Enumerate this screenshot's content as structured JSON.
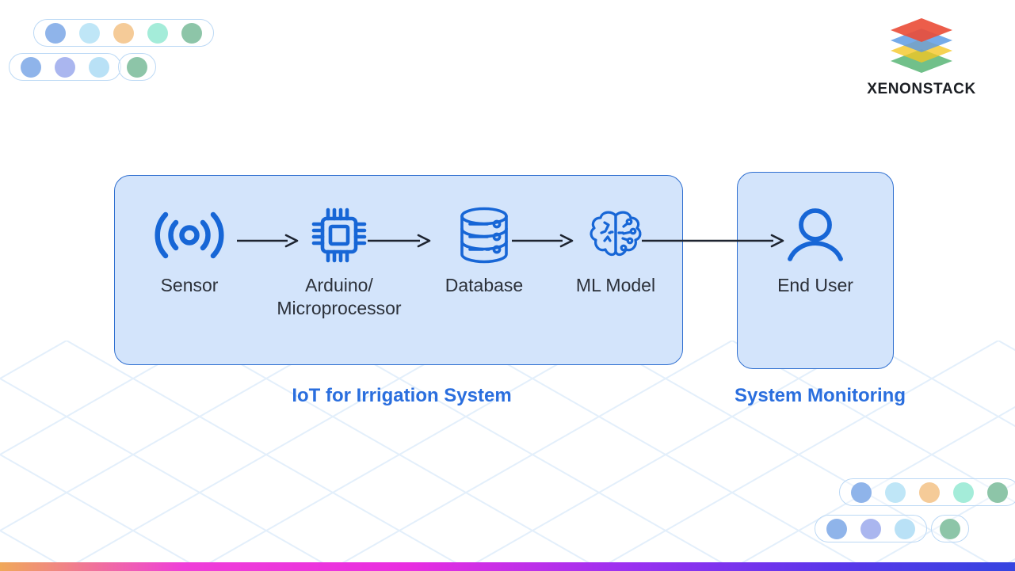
{
  "brand": {
    "name": "XENONSTACK",
    "logo_icon": "layered-stack-icon",
    "layer_colors": [
      "#e8402a",
      "#4a90e2",
      "#f5c20f",
      "#2aa14f"
    ]
  },
  "diagram": {
    "title_iot": "IoT for Irrigation System",
    "title_monitoring": "System Monitoring",
    "box_fill": "#d3e4fb",
    "box_border": "#2f6fd0",
    "icon_color": "#1766d6",
    "label_color": "#2b3039",
    "caption_color": "#2a6ede",
    "arrow_color": "#1e2430",
    "nodes": [
      {
        "id": "sensor",
        "label": "Sensor",
        "icon": "signal-waves-icon"
      },
      {
        "id": "arduino",
        "label": "Arduino/\nMicroprocessor",
        "icon": "microchip-icon"
      },
      {
        "id": "database",
        "label": "Database",
        "icon": "database-cylinder-icon"
      },
      {
        "id": "ml",
        "label": "ML Model",
        "icon": "brain-circuit-icon"
      },
      {
        "id": "enduser",
        "label": "End User",
        "icon": "user-person-icon"
      }
    ],
    "arrows": [
      {
        "id": "arrow-1",
        "from": "sensor",
        "to": "arduino"
      },
      {
        "id": "arrow-2",
        "from": "arduino",
        "to": "database"
      },
      {
        "id": "arrow-3",
        "from": "database",
        "to": "ml"
      },
      {
        "id": "arrow-4",
        "from": "ml",
        "to": "enduser"
      }
    ]
  },
  "decor": {
    "pill_border": "#bcd9f5",
    "clusters": [
      {
        "id": "pill-top-a",
        "dots": [
          "#8fb4ea",
          "#bfe6f7",
          "#f5cb98",
          "#a4ecd9",
          "#8dc5a8"
        ]
      },
      {
        "id": "pill-top-b",
        "dots": [
          "#8fb4ea",
          "#aab6ef",
          "#b9e1f6"
        ]
      },
      {
        "id": "pill-top-c",
        "dots": [
          "#8dc5a8"
        ]
      },
      {
        "id": "pill-bot-a",
        "dots": [
          "#8fb4ea",
          "#bfe6f7",
          "#f5cb98",
          "#a4ecd9",
          "#8dc5a8"
        ]
      },
      {
        "id": "pill-bot-b",
        "dots": [
          "#8fb4ea",
          "#aab6ef",
          "#b9e1f6"
        ]
      },
      {
        "id": "pill-bot-c",
        "dots": [
          "#8dc5a8"
        ]
      }
    ],
    "lattice_color": "#e3effb",
    "bottom_bar_gradient": [
      "#f0a85a",
      "#ef3fd8",
      "#c42ff0",
      "#7b34ef",
      "#3544e0"
    ]
  }
}
